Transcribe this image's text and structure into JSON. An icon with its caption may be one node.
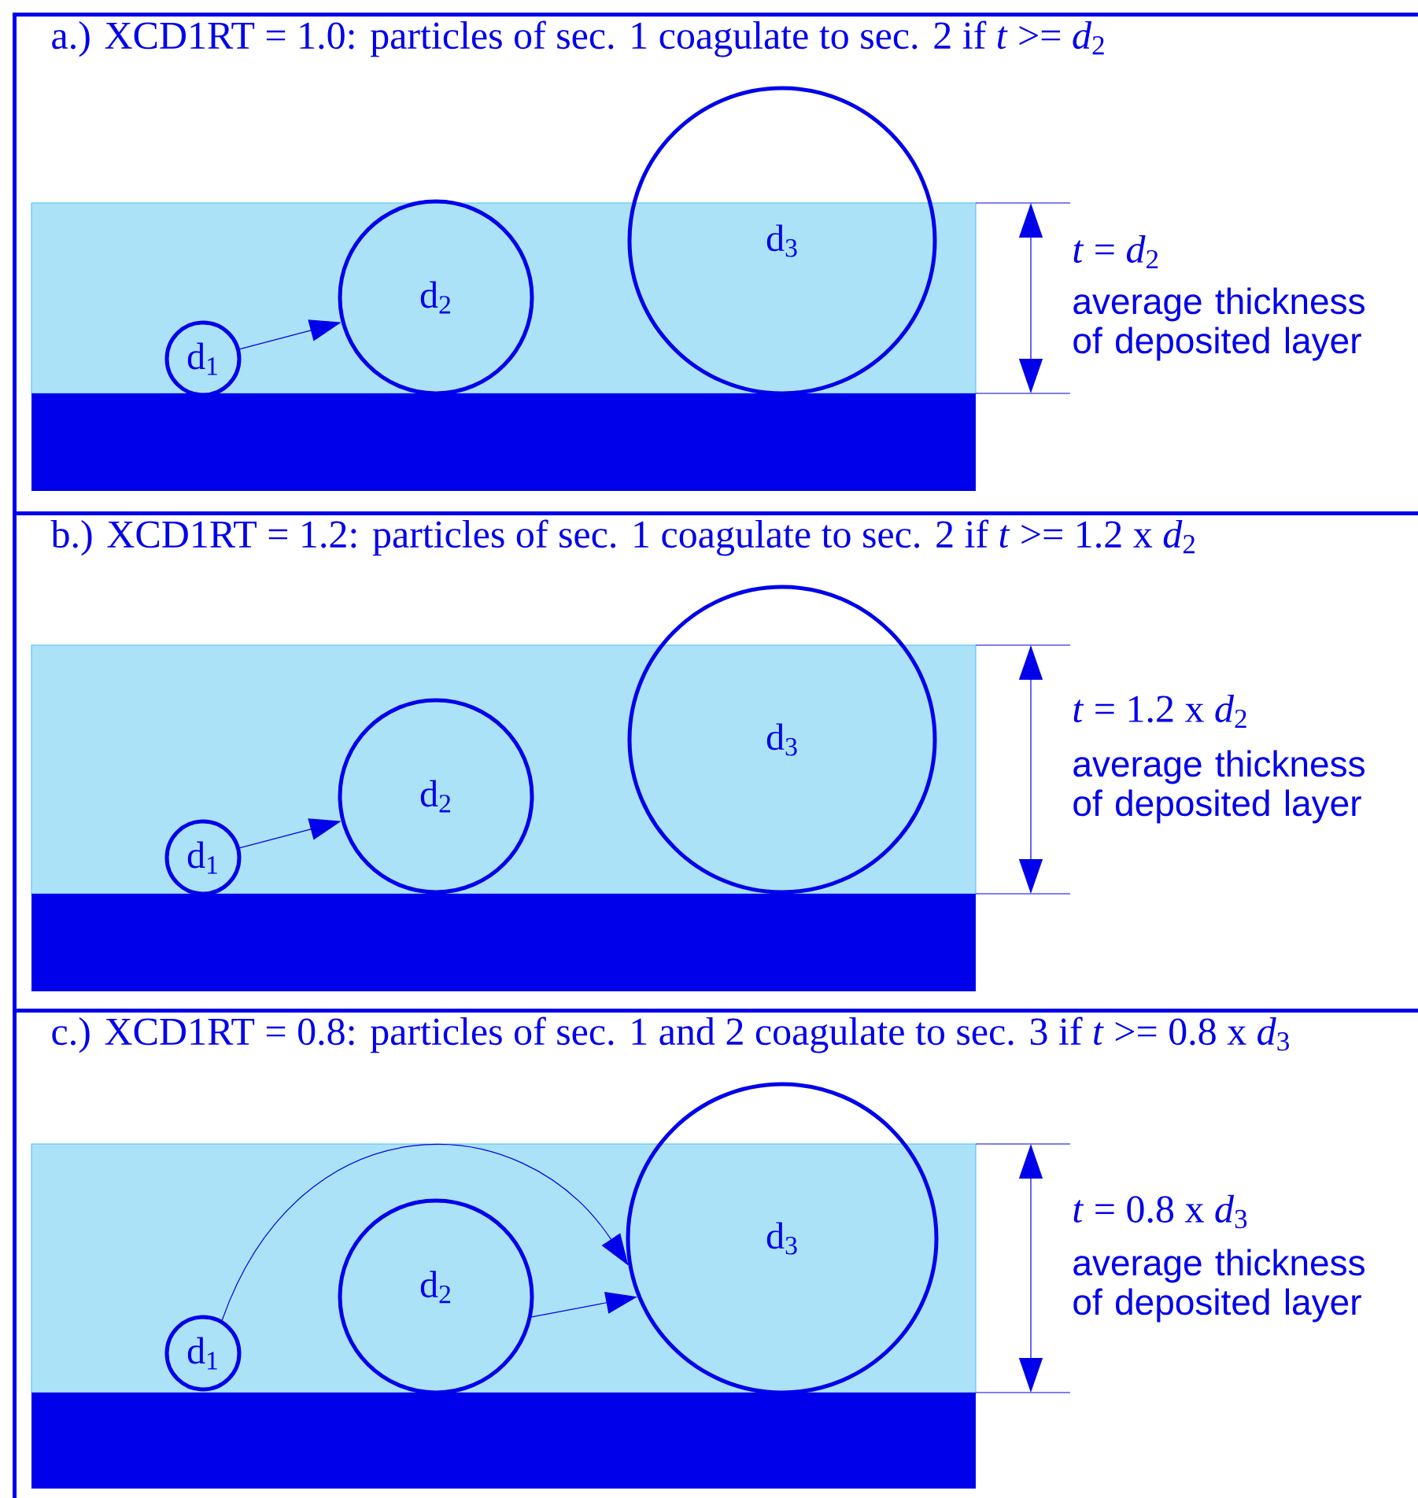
{
  "diagram": {
    "nodes": [
      {
        "text": [
          "a.) XCD1RT = 1.0: particles of sec. 1 coagulate to sec. 2 if *t* >= *d*$_{2}$"
        ]
      },
      {
        "text": [
          "d$_{1}$"
        ],
        "in": 0
      },
      {
        "text": [
          "d$_{2}$"
        ],
        "in": 0
      },
      {
        "text": [
          "d$_{3}$"
        ],
        "in": 0
      },
      {
        "text": [
          "b.) XCD1RT = 1.2: particles of sec. 1 coagulate to sec. 2 if *t* >= 1.2 x *d*$_{2}$"
        ]
      },
      {
        "text": [
          "d$_{1}$"
        ],
        "in": 4
      },
      {
        "text": [
          "d$_{2}$"
        ],
        "in": 4
      },
      {
        "text": [
          "d$_{3}$"
        ],
        "in": 4
      },
      {
        "text": [
          "c.) XCD1RT = 0.8: particles of sec. 1 and 2 coagulate to sec. 3 if *t* >= 0.8 x *d*$_{3}$"
        ]
      },
      {
        "text": [
          "d$_{1}$"
        ],
        "in": 8
      },
      {
        "text": [
          "d$_{2}$"
        ],
        "in": 8
      },
      {
        "text": [
          "d$_{3}$"
        ],
        "in": 8
      }
    ],
    "edges": [
      {
        "from": 1,
        "to": 2,
        "arrow": "to"
      },
      {
        "from": 5,
        "to": 6,
        "arrow": "to"
      },
      {
        "from": 9,
        "to": 11,
        "arrow": "to"
      },
      {
        "from": 10,
        "to": 11,
        "arrow": "to"
      }
    ],
    "labels": [
      "*t* = *d*$_{2}$",
      "average thickness of deposited layer",
      "*t* = 1.2 x *d*$_{2}$",
      "average thickness of deposited layer",
      "*t* = 0.8 x *d*$_{3}$",
      "average thickness of deposited layer"
    ]
  }
}
